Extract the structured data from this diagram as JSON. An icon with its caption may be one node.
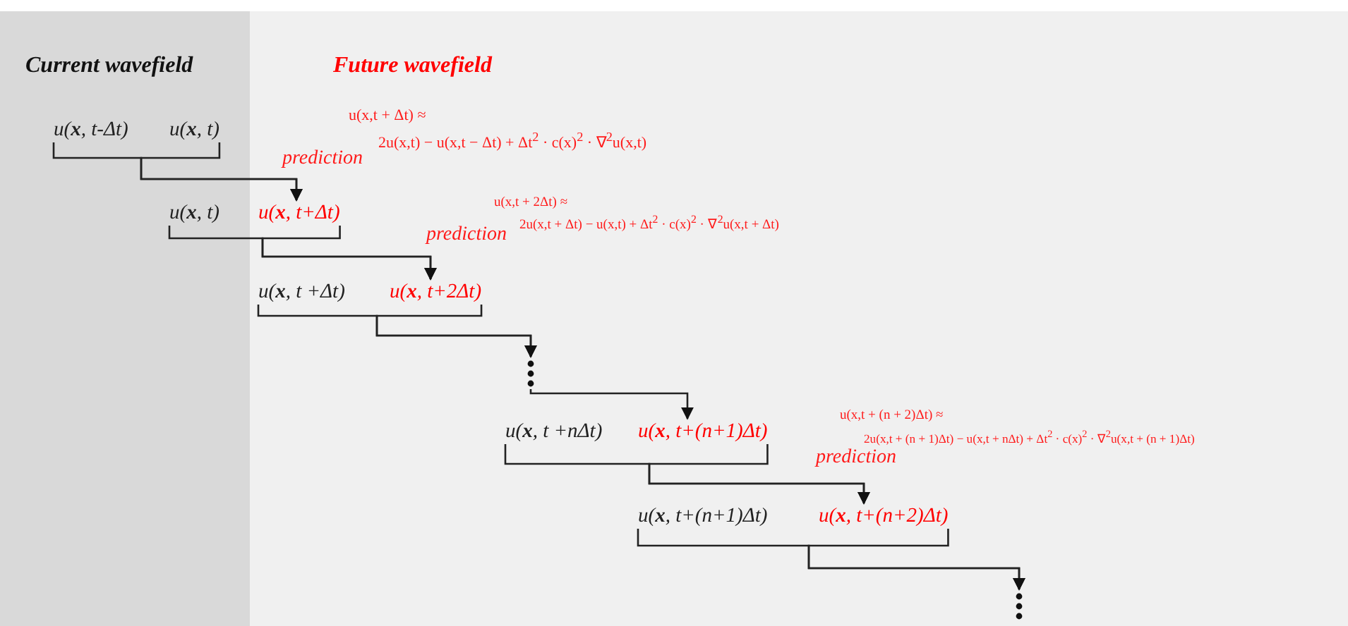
{
  "diagram": {
    "nodes": [
      {
        "text": [
          "Current wavefield"
        ]
      },
      {
        "text": [
          "Future wavefield"
        ]
      },
      {
        "text": [
          "u(**x**, t-Δt)"
        ],
        "in": 0
      },
      {
        "text": [
          "u(**x**, t)"
        ],
        "in": 0
      },
      {
        "text": [
          "u(**x**, t)"
        ],
        "in": 0
      },
      {
        "text": [
          "u(**x**, t+Δt)"
        ],
        "in": 1
      },
      {
        "text": [
          "u(**x**, t +Δt)"
        ],
        "in": 1
      },
      {
        "text": [
          "u(**x**, t+2Δt)"
        ],
        "in": 1
      },
      {
        "text": [],
        "shape": "dots",
        "in": 1
      },
      {
        "text": [
          "u(**x**, t +nΔt)"
        ],
        "in": 1
      },
      {
        "text": [
          "u(**x**, t+(n+1)Δt)"
        ],
        "in": 1
      },
      {
        "text": [
          "u(**x**, t+(n+1)Δt)"
        ],
        "in": 1
      },
      {
        "text": [
          "u(**x**, t+(n+2)Δt)"
        ],
        "in": 1
      },
      {
        "text": [],
        "shape": "dots",
        "in": 1
      }
    ],
    "edges": [
      {
        "from": 2,
        "to": 5,
        "arrow": "to"
      },
      {
        "from": 3,
        "to": 5,
        "arrow": "to"
      },
      {
        "from": 4,
        "to": 7,
        "arrow": "to"
      },
      {
        "from": 5,
        "to": 7,
        "arrow": "to"
      },
      {
        "from": 6,
        "to": 8,
        "arrow": "to"
      },
      {
        "from": 7,
        "to": 8,
        "arrow": "to"
      },
      {
        "from": 8,
        "to": 10,
        "arrow": "to"
      },
      {
        "from": 9,
        "to": 12,
        "arrow": "to"
      },
      {
        "from": 10,
        "to": 12,
        "arrow": "to"
      },
      {
        "from": 11,
        "to": 13,
        "arrow": "to"
      },
      {
        "from": 12,
        "to": 13,
        "arrow": "to"
      }
    ],
    "labels": [
      "u(x,t + Δt) ≈",
      "2u(x,t) − u(x,t − Δt) + Δt$^{2}$ · c(x)$^{2}$ · ∇$^{2}$u(x,t)",
      "prediction",
      "u(x,t + 2Δt) ≈",
      "2u(x,t + Δt) − u(x,t) + Δt$^{2}$ · c(x)$^{2}$ · ∇$^{2}$u(x,t + Δt)",
      "prediction",
      "u(x,t + (n + 2)Δt) ≈",
      "2u(x,t + (n + 1)Δt) − u(x,t + nΔt) + Δt$^{2}$ · c(x)$^{2}$ · ∇$^{2}$u(x,t + (n + 1)Δt)",
      "prediction"
    ]
  }
}
